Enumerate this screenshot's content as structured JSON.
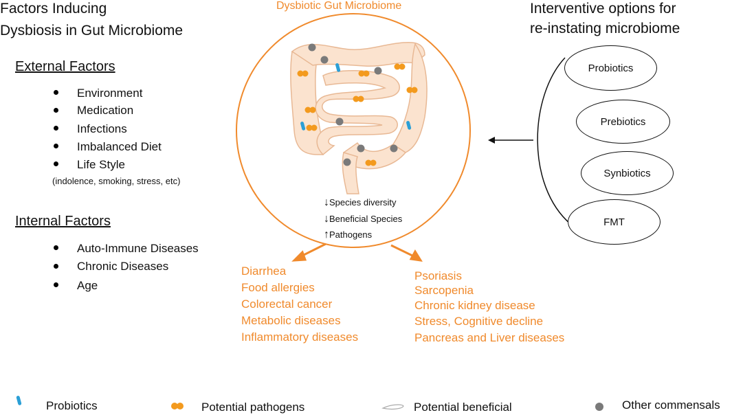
{
  "left": {
    "title_line1": "Factors Inducing",
    "title_line2": "Dysbiosis in Gut Microbiome",
    "external_heading": "External Factors",
    "external_items": [
      "Environment",
      "Medication",
      "Infections",
      "Imbalanced Diet",
      "Life Style"
    ],
    "lifestyle_note": "(indolence, smoking, stress, etc)",
    "internal_heading": "Internal Factors",
    "internal_items": [
      "Auto-Immune Diseases",
      "Chronic Diseases",
      "Age"
    ]
  },
  "center": {
    "title": "Dysbiotic Gut Microbiome",
    "effects": [
      "Species diversity",
      "Beneficial Species",
      "Pathogens"
    ],
    "effect_arrows": [
      "↓",
      "↓",
      "↑"
    ],
    "diseases_left": [
      "Diarrhea",
      "Food allergies",
      "Colorectal cancer",
      "Metabolic diseases",
      "Inflammatory diseases"
    ],
    "diseases_right": [
      "Psoriasis",
      "Sarcopenia",
      "Chronic kidney disease",
      "Stress, Cognitive decline",
      "Pancreas and Liver diseases"
    ]
  },
  "right": {
    "title_line1": "Interventive options for",
    "title_line2": "re-instating microbiome",
    "options": [
      "Probiotics",
      "Prebiotics",
      "Synbiotics",
      "FMT"
    ]
  },
  "legend": {
    "probiotics": "Probiotics",
    "pathogens": "Potential pathogens",
    "beneficial": "Potential beneficial",
    "commensals": "Other commensals"
  },
  "colors": {
    "orange": "#f08a2c",
    "gut_fill": "#fbe3cf",
    "gut_stroke": "#e8b894",
    "probiotic_blue": "#2b9fd6",
    "commensal_gray": "#7a7a7a"
  }
}
